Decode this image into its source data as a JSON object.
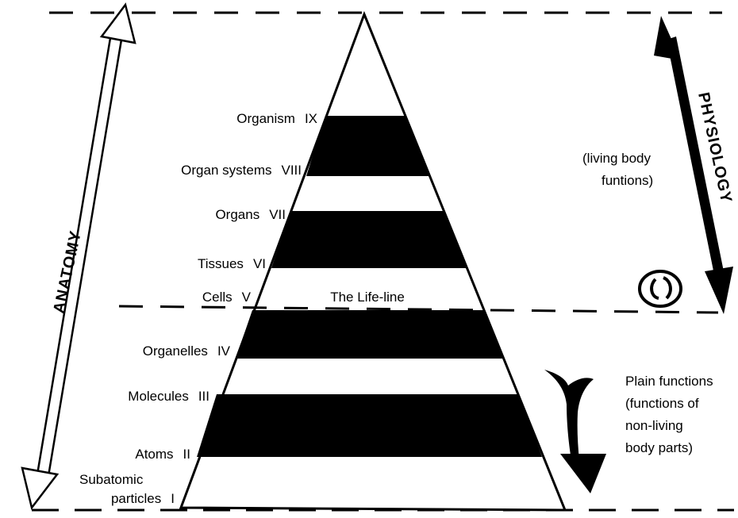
{
  "levels": [
    {
      "name": "Subatomic",
      "name2": "particles",
      "numeral": "I"
    },
    {
      "name": "Atoms",
      "numeral": "II"
    },
    {
      "name": "Molecules",
      "numeral": "III"
    },
    {
      "name": "Organelles",
      "numeral": "IV"
    },
    {
      "name": "Cells",
      "numeral": "V"
    },
    {
      "name": "Tissues",
      "numeral": "VI"
    },
    {
      "name": "Organs",
      "numeral": "VII"
    },
    {
      "name": "Organ systems",
      "numeral": "VIII"
    },
    {
      "name": "Organism",
      "numeral": "IX"
    }
  ],
  "lifeline_label": "The Life-line",
  "anatomy_label": "ANATOMY",
  "physiology_label": "PHYSIOLOGY",
  "physiology_note": [
    "(living body",
    "funtions)"
  ],
  "plain_note": [
    "Plain functions",
    "(functions of",
    "non-living",
    "body parts)"
  ],
  "colors": {
    "ink": "#000000",
    "paper": "#ffffff"
  },
  "icons": {
    "cell": "cell-icon"
  }
}
